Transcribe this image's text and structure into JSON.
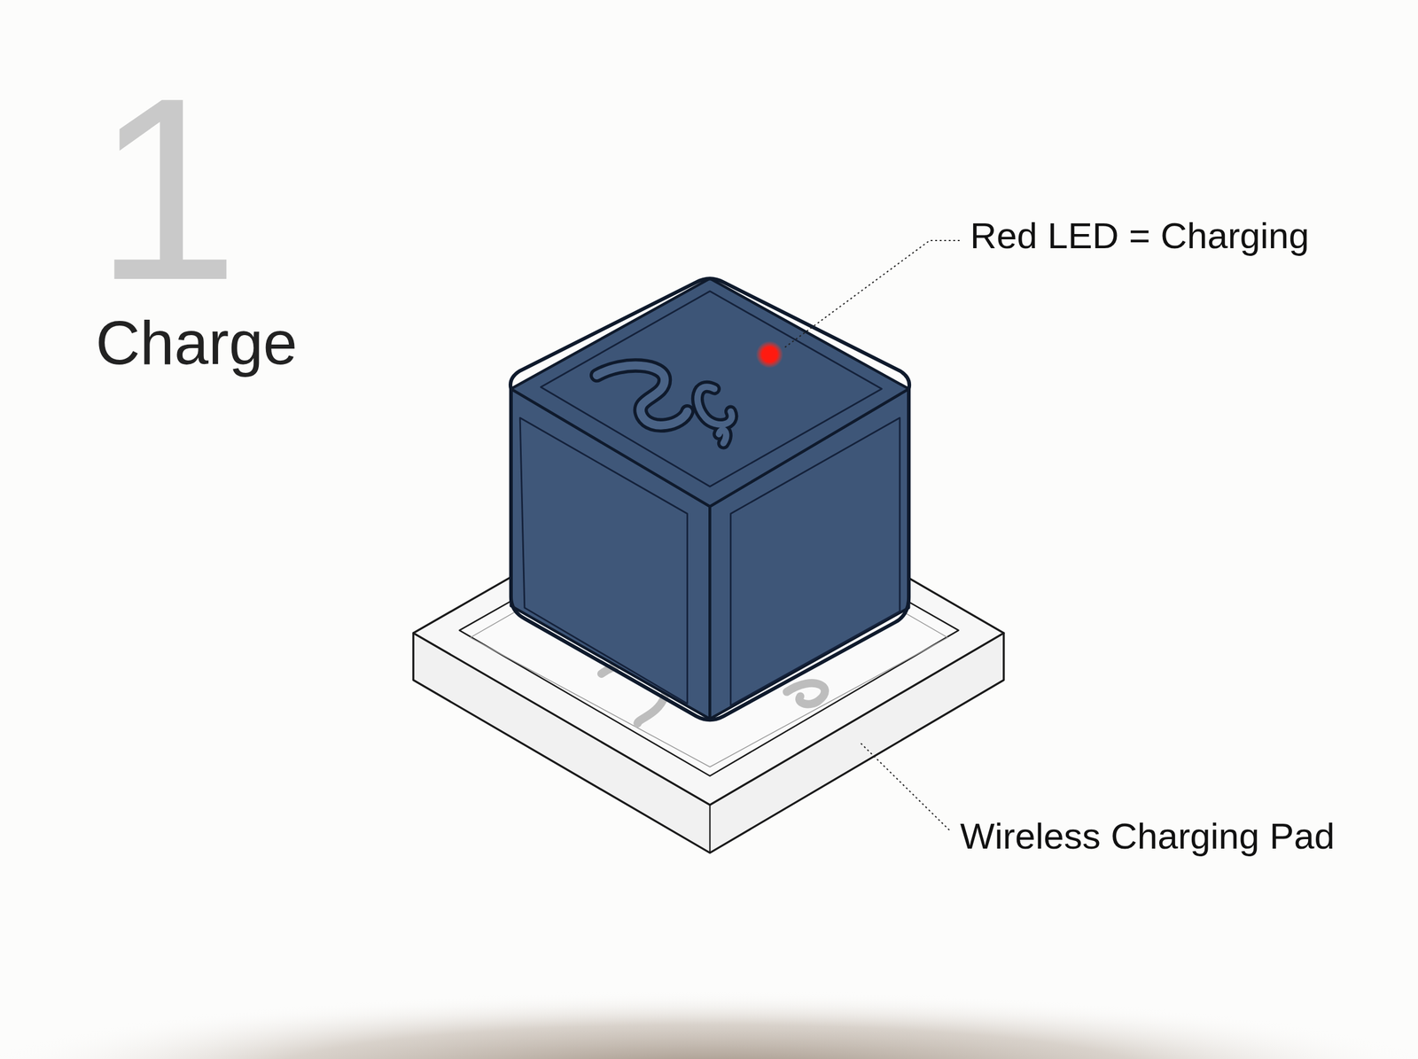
{
  "diagram": {
    "title": "Charge",
    "labels": [
      "1",
      "Red LED = Charging",
      "Wireless Charging Pad"
    ]
  }
}
